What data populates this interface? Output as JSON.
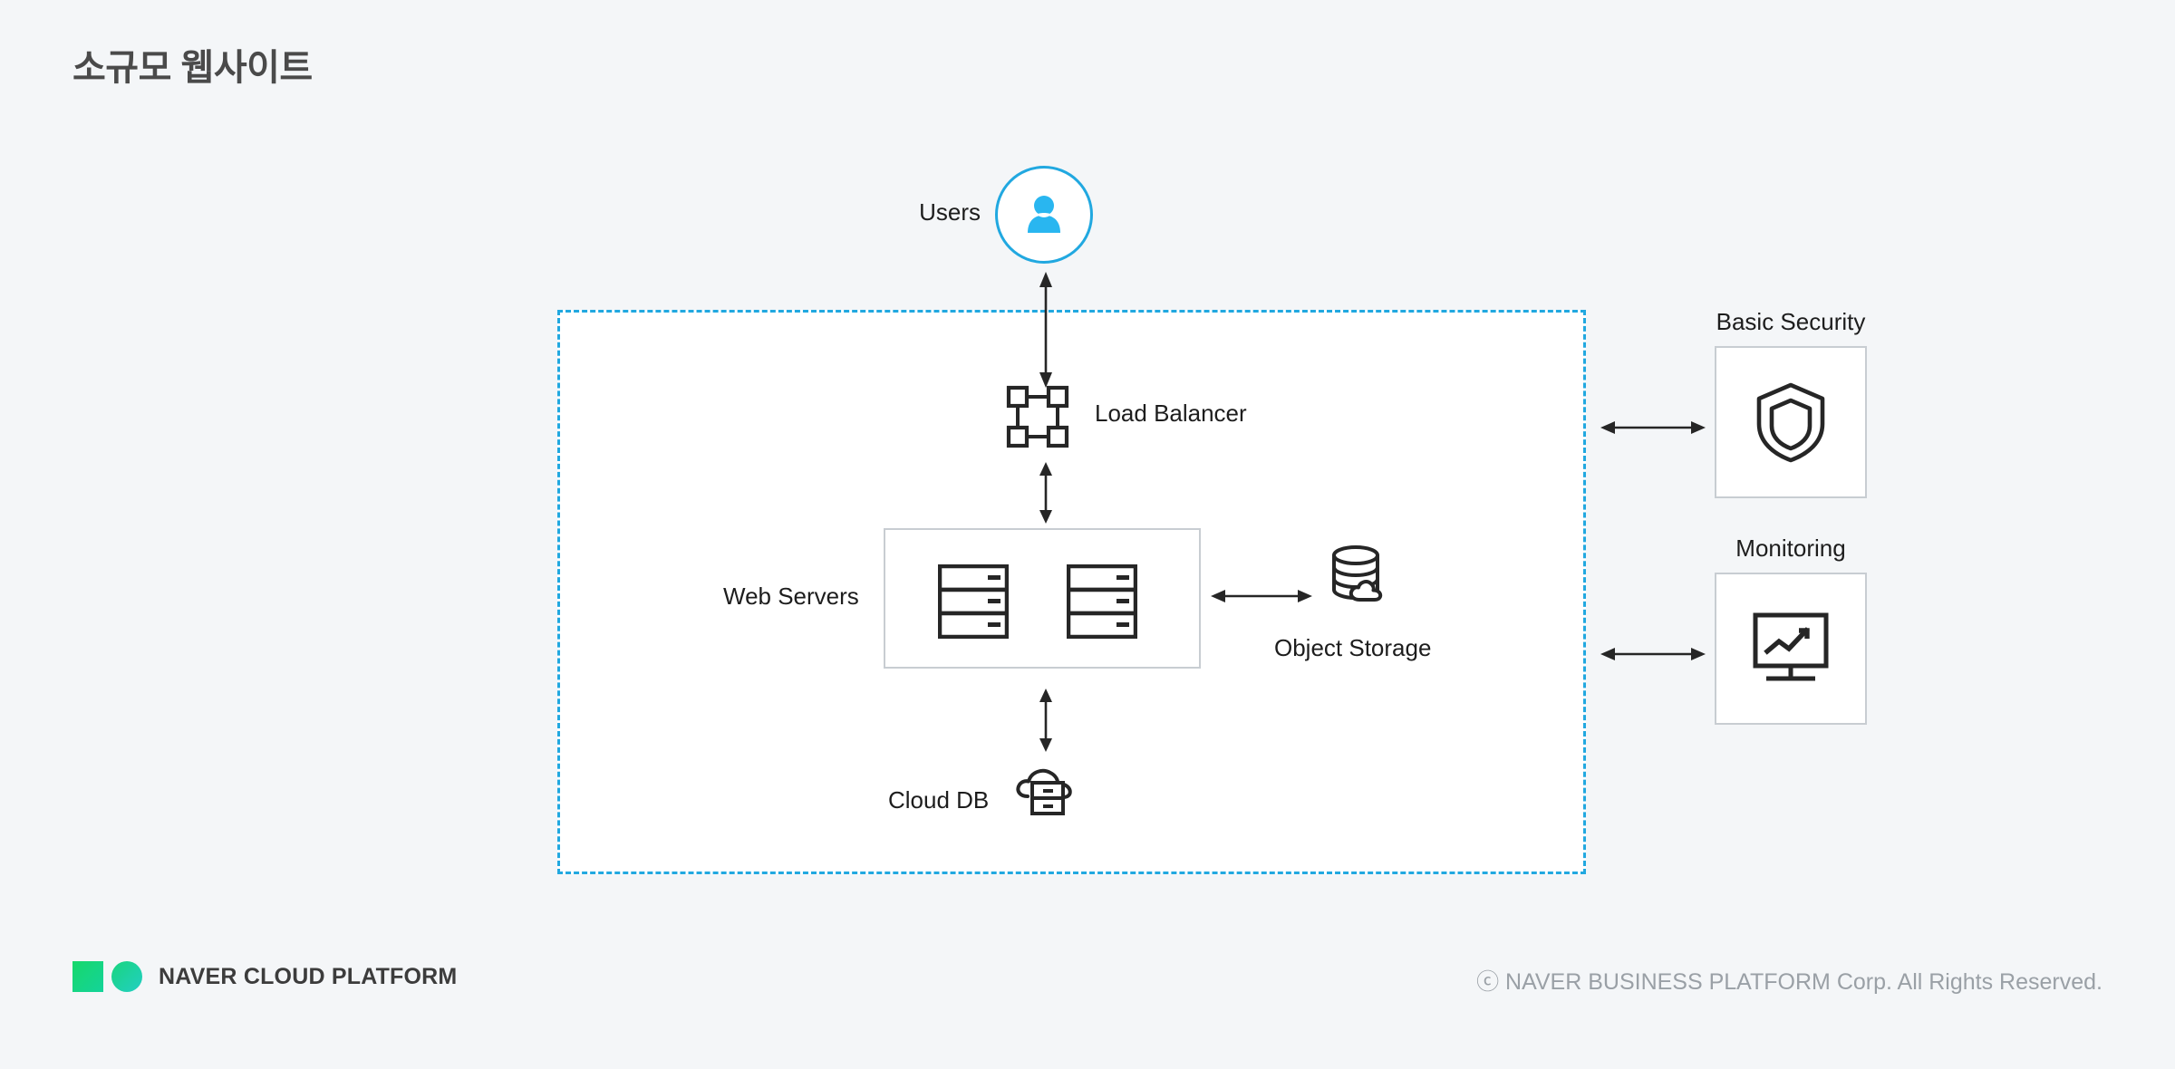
{
  "page": {
    "title": "소규모 웹사이트",
    "background_color": "#f4f6f8"
  },
  "colors": {
    "accent_blue": "#21a8e0",
    "user_icon_blue": "#29b6f0",
    "box_border_gray": "#c8cdd2",
    "stroke_dark": "#262626",
    "title_gray": "#4a4a4a",
    "footer_gray": "#9aa0a6",
    "logo_green": "#17d86b",
    "logo_teal": "#22cfc4"
  },
  "diagram": {
    "region": {
      "name": "cloud-region",
      "border_style": "dashed",
      "border_color": "#21a8e0"
    },
    "nodes": [
      {
        "id": "users",
        "label": "Users",
        "icon": "user-icon"
      },
      {
        "id": "load_balancer",
        "label": "Load Balancer",
        "icon": "load-balancer-icon"
      },
      {
        "id": "web_servers",
        "label": "Web Servers",
        "icon": "server-rack-icon",
        "count": 2
      },
      {
        "id": "object_storage",
        "label": "Object Storage",
        "icon": "object-storage-icon"
      },
      {
        "id": "cloud_db",
        "label": "Cloud DB",
        "icon": "cloud-db-icon"
      }
    ],
    "side_panels": [
      {
        "id": "basic_security",
        "title": "Basic Security",
        "icon": "shield-icon"
      },
      {
        "id": "monitoring",
        "title": "Monitoring",
        "icon": "monitor-chart-icon"
      }
    ],
    "connections": [
      {
        "from": "users",
        "to": "load_balancer",
        "direction": "bidirectional"
      },
      {
        "from": "load_balancer",
        "to": "web_servers",
        "direction": "bidirectional"
      },
      {
        "from": "web_servers",
        "to": "object_storage",
        "direction": "bidirectional"
      },
      {
        "from": "web_servers",
        "to": "cloud_db",
        "direction": "bidirectional"
      },
      {
        "from": "cloud-region",
        "to": "basic_security",
        "direction": "bidirectional"
      },
      {
        "from": "cloud-region",
        "to": "monitoring",
        "direction": "bidirectional"
      }
    ]
  },
  "footer": {
    "logo_brand": "NAVER",
    "logo_suffix": " CLOUD PLATFORM",
    "copyright": "ⓒ NAVER BUSINESS PLATFORM Corp. All Rights Reserved."
  }
}
